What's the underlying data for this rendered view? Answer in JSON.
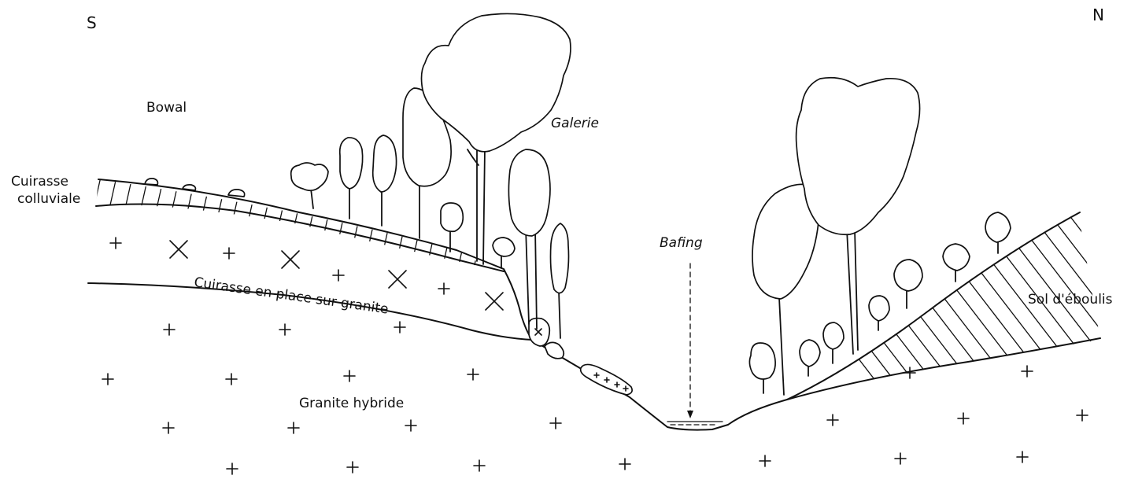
{
  "orientation": {
    "south": "S",
    "north": "N"
  },
  "labels": {
    "bowal": "Bowal",
    "cuirasse_colluviale_line1": "Cuirasse",
    "cuirasse_colluviale_line2": "colluviale",
    "galerie": "Galerie",
    "bafing": "Bafing",
    "cuirasse_en_place": "Cuirasse en place sur granite",
    "granite_hybride": "Granite hybride",
    "sol_eboulis": "Sol d'éboulis"
  }
}
